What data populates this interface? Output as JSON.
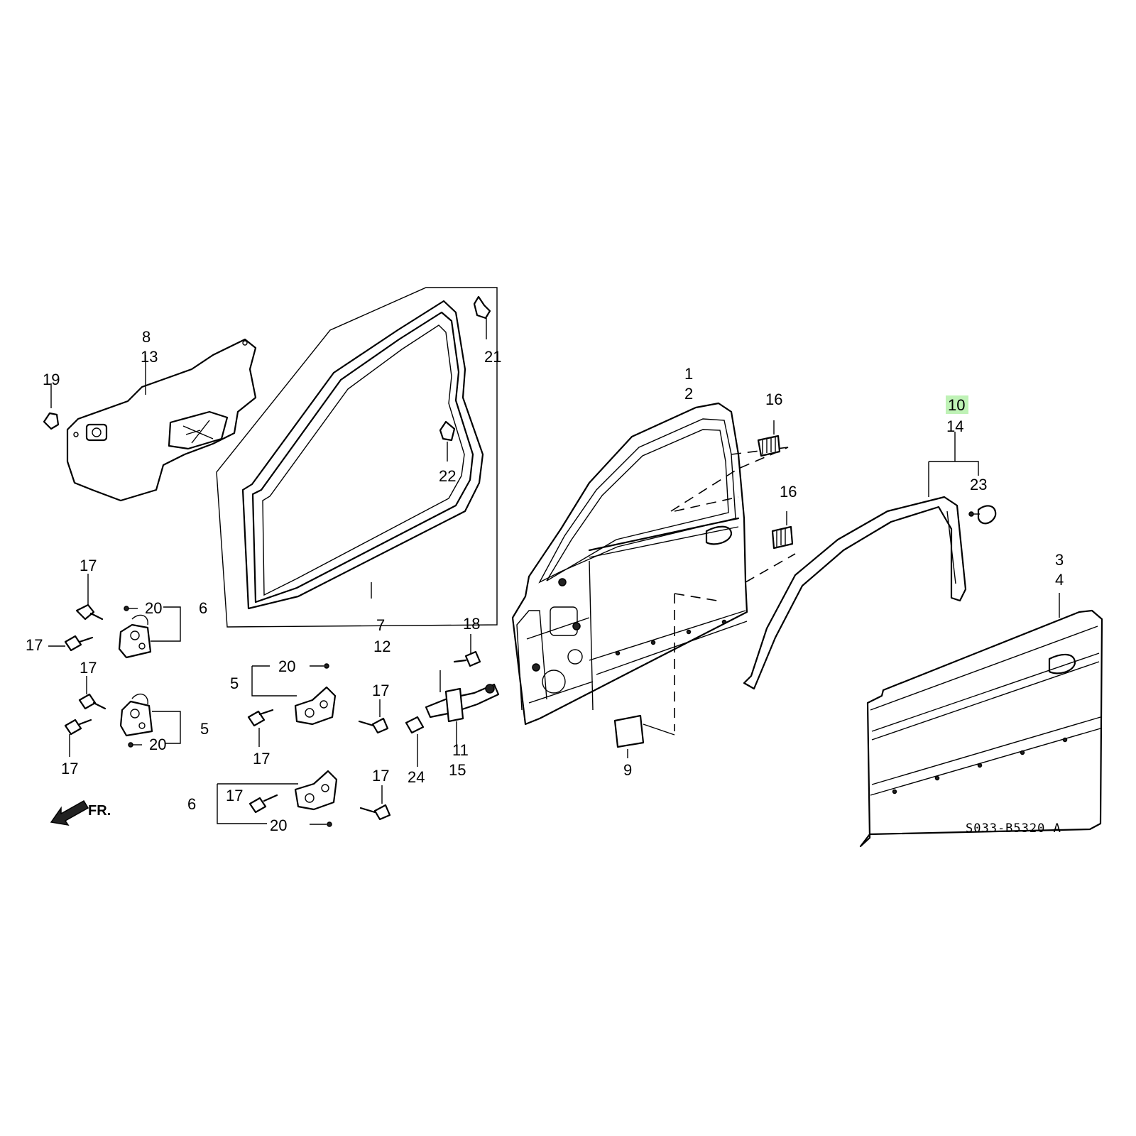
{
  "diagram": {
    "callouts": [
      {
        "id": "c1",
        "text": "1"
      },
      {
        "id": "c2",
        "text": "2"
      },
      {
        "id": "c3",
        "text": "3"
      },
      {
        "id": "c4",
        "text": "4"
      },
      {
        "id": "c5a",
        "text": "5"
      },
      {
        "id": "c5b",
        "text": "5"
      },
      {
        "id": "c6a",
        "text": "6"
      },
      {
        "id": "c6b",
        "text": "6"
      },
      {
        "id": "c7",
        "text": "7"
      },
      {
        "id": "c12",
        "text": "12"
      },
      {
        "id": "c8",
        "text": "8"
      },
      {
        "id": "c13",
        "text": "13"
      },
      {
        "id": "c9",
        "text": "9"
      },
      {
        "id": "c10",
        "text": "10"
      },
      {
        "id": "c14",
        "text": "14"
      },
      {
        "id": "c11",
        "text": "11"
      },
      {
        "id": "c15",
        "text": "15"
      },
      {
        "id": "c16a",
        "text": "16"
      },
      {
        "id": "c16b",
        "text": "16"
      },
      {
        "id": "c17a",
        "text": "17"
      },
      {
        "id": "c17b",
        "text": "17"
      },
      {
        "id": "c17c",
        "text": "17"
      },
      {
        "id": "c17d",
        "text": "17"
      },
      {
        "id": "c17e",
        "text": "17"
      },
      {
        "id": "c17f",
        "text": "17"
      },
      {
        "id": "c17g",
        "text": "17"
      },
      {
        "id": "c17h",
        "text": "17"
      },
      {
        "id": "c18",
        "text": "18"
      },
      {
        "id": "c19",
        "text": "19"
      },
      {
        "id": "c20a",
        "text": "20"
      },
      {
        "id": "c20b",
        "text": "20"
      },
      {
        "id": "c20c",
        "text": "20"
      },
      {
        "id": "c20d",
        "text": "20"
      },
      {
        "id": "c21",
        "text": "21"
      },
      {
        "id": "c22",
        "text": "22"
      },
      {
        "id": "c23",
        "text": "23"
      },
      {
        "id": "c24",
        "text": "24"
      }
    ],
    "highlight": {
      "callout": "10",
      "color": "#bff2b6"
    },
    "front_indicator": "FR.",
    "diagram_code": "S033-B5320 A"
  }
}
